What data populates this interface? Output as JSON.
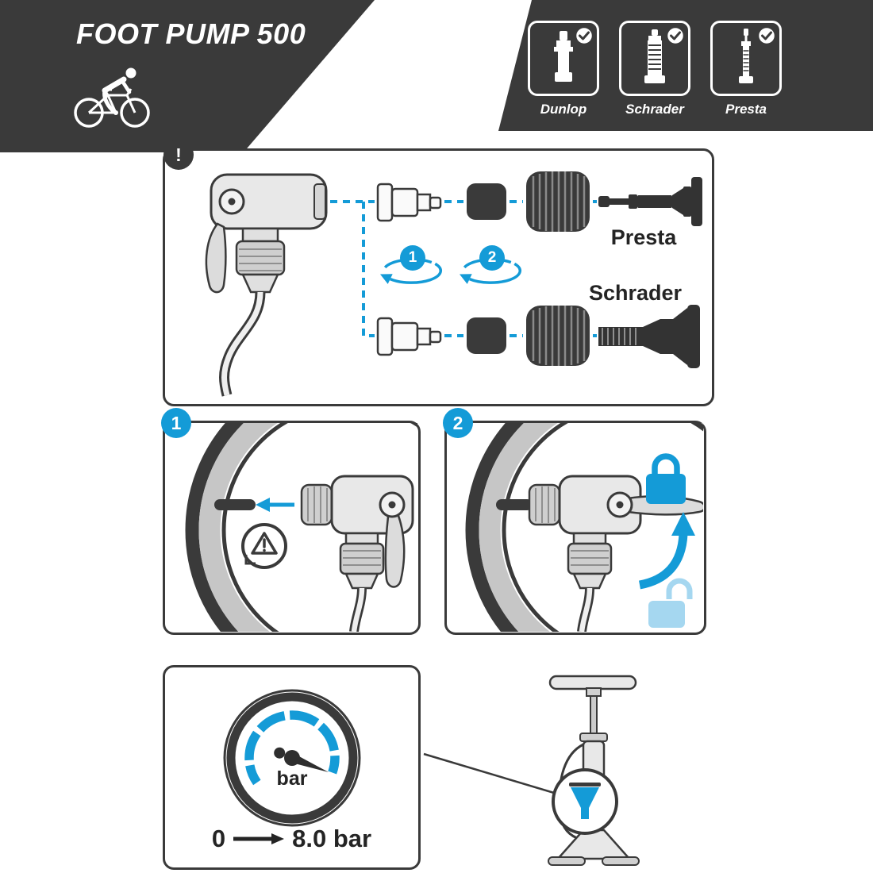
{
  "header": {
    "title": "FOOT PUMP 500",
    "brand_icon": "cyclist-icon"
  },
  "valve_compatibility": {
    "items": [
      {
        "label": "Dunlop",
        "icon": "dunlop-valve-icon",
        "status_icon": "check-badge-icon"
      },
      {
        "label": "Schrader",
        "icon": "schrader-valve-icon",
        "status_icon": "check-badge-icon"
      },
      {
        "label": "Presta",
        "icon": "presta-valve-icon",
        "status_icon": "check-badge-icon"
      }
    ]
  },
  "adapter_panel": {
    "alert_badge": "!",
    "rotation_steps": [
      {
        "number": "1",
        "icon": "rotate-arrow-icon"
      },
      {
        "number": "2",
        "icon": "rotate-arrow-icon"
      }
    ],
    "presta_label": "Presta",
    "schrader_label": "Schrader"
  },
  "step_panels": [
    {
      "number": "1",
      "icons": [
        "insert-arrow-icon",
        "warning-triangle-icon"
      ]
    },
    {
      "number": "2",
      "icons": [
        "lock-closed-icon",
        "lift-arrow-icon",
        "lock-open-icon"
      ]
    }
  ],
  "gauge_panel": {
    "unit_label": "bar",
    "range_from": "0",
    "range_to": "8.0 bar"
  },
  "colors": {
    "dark": "#3a3a3a",
    "accent_blue": "#149bd7",
    "accent_blue_light": "#a5d7f0",
    "rim_gray": "#c6c6c6"
  }
}
